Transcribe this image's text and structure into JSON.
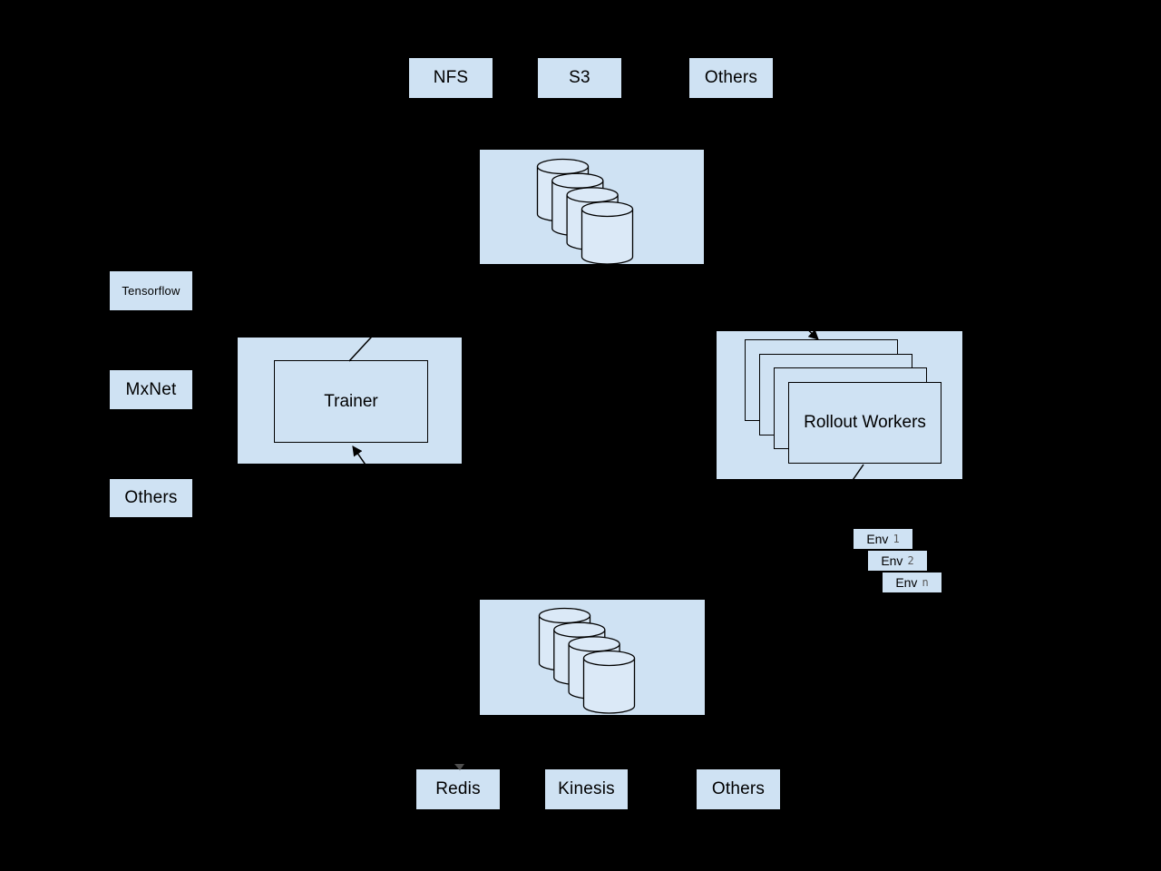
{
  "colors": {
    "background": "#000000",
    "box_fill": "#cfe2f3",
    "cylinder_fill": "#dbe9f7",
    "stroke": "#000000",
    "env_index_color": "#595959"
  },
  "storage_backends_top": {
    "items": [
      {
        "label": "NFS"
      },
      {
        "label": "S3"
      },
      {
        "label": "Others"
      }
    ]
  },
  "data_store_top": {
    "icon": "database-cylinders-icon"
  },
  "frameworks": {
    "items": [
      {
        "label": "Tensorflow"
      },
      {
        "label": "MxNet"
      },
      {
        "label": "Others"
      }
    ]
  },
  "trainer": {
    "label": "Trainer"
  },
  "rollout_workers": {
    "label": "Rollout Workers"
  },
  "environments": {
    "items": [
      {
        "label": "Env",
        "index": "1"
      },
      {
        "label": "Env",
        "index": "2"
      },
      {
        "label": "Env",
        "index": "n"
      }
    ]
  },
  "data_store_bottom": {
    "icon": "database-cylinders-icon"
  },
  "memory_backends_bottom": {
    "items": [
      {
        "label": "Redis"
      },
      {
        "label": "Kinesis"
      },
      {
        "label": "Others"
      }
    ]
  }
}
